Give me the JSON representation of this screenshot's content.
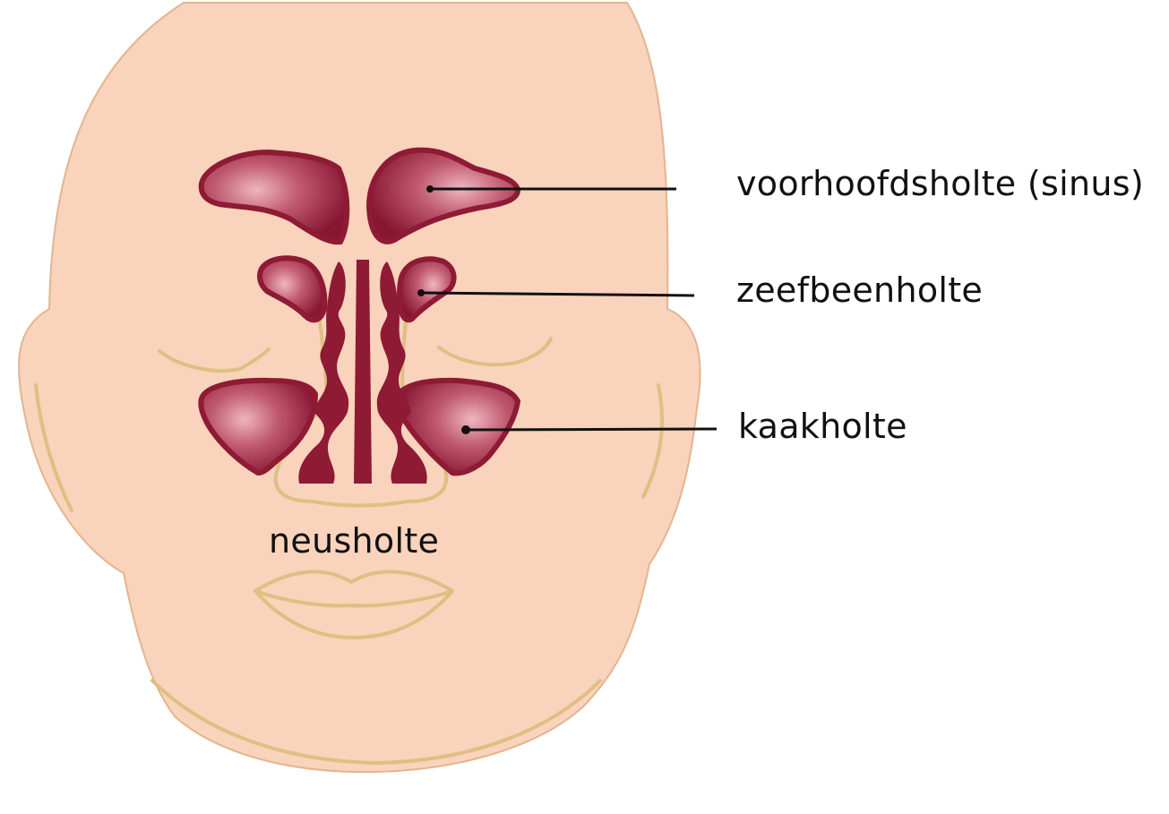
{
  "diagram": {
    "colors": {
      "skin": "#f9d3bc",
      "skin_outline": "#e2b58e",
      "feature_line": "#dfbf82",
      "sinus_fill": "#8e1a34",
      "sinus_highlight": "#e6a0ad",
      "leader_line": "#111111",
      "background": "#ffffff"
    },
    "labels": {
      "frontal_sinus": "voorhoofdsholte (sinus)",
      "ethmoid_sinus": "zeefbeenholte",
      "maxillary_sinus": "kaakholte",
      "nasal_cavity": "neusholte"
    }
  }
}
